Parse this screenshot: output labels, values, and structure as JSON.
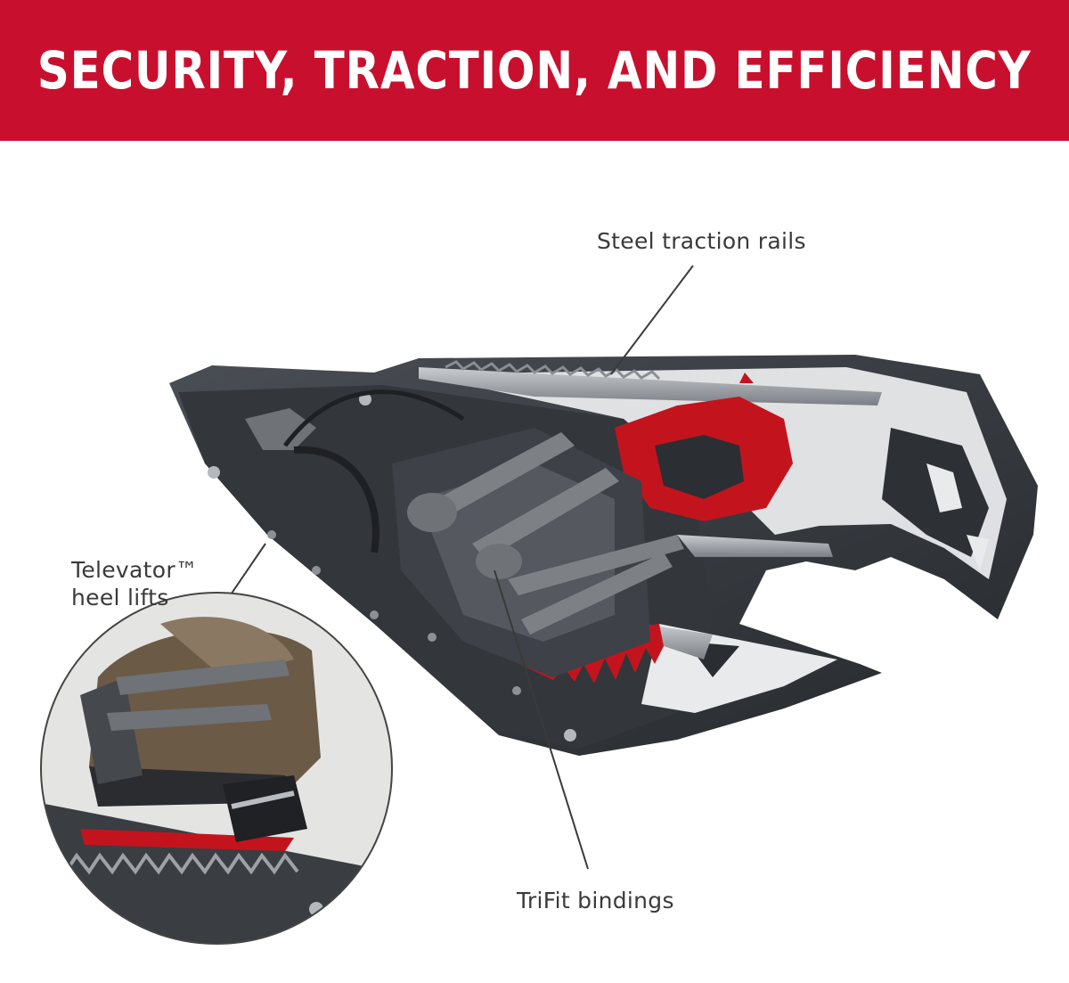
{
  "banner": {
    "title": "SECURITY, TRACTION, AND EFFICIENCY",
    "background_color": "#c8102e",
    "text_color": "#ffffff"
  },
  "callouts": {
    "steel_rails": "Steel traction rails",
    "televator_line1": "Televator™",
    "televator_line2": "heel lifts",
    "trifit": "TriFit bindings"
  },
  "colors": {
    "frame": "#2f3237",
    "strap": "#7d8085",
    "crampon_red": "#c3141e",
    "steel": "#9da1a6"
  }
}
